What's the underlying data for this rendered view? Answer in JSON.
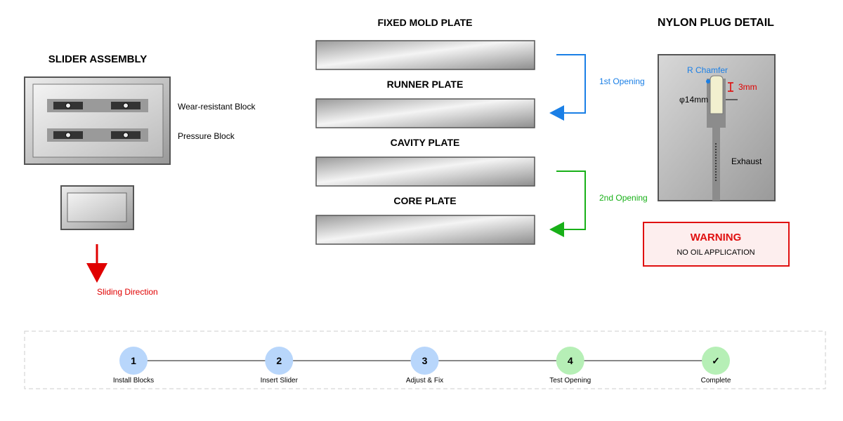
{
  "slider_assembly": {
    "title": "SLIDER ASSEMBLY",
    "wear_block_label": "Wear-resistant Block",
    "pressure_block_label": "Pressure Block",
    "direction_label": "Sliding Direction"
  },
  "plates": {
    "fixed": "FIXED MOLD PLATE",
    "runner": "RUNNER PLATE",
    "cavity": "CAVITY PLATE",
    "core": "CORE PLATE"
  },
  "openings": {
    "first": "1st Opening",
    "second": "2nd Opening"
  },
  "nylon_plug": {
    "title": "NYLON PLUG DETAIL",
    "chamfer_label": "R Chamfer",
    "height_label": "3mm",
    "diameter_label": "φ14mm",
    "exhaust_label": "Exhaust"
  },
  "warning": {
    "title": "WARNING",
    "message": "NO OIL APPLICATION"
  },
  "steps": [
    {
      "marker": "1",
      "label": "Install Blocks",
      "status": "pending"
    },
    {
      "marker": "2",
      "label": "Insert Slider",
      "status": "pending"
    },
    {
      "marker": "3",
      "label": "Adjust & Fix",
      "status": "pending"
    },
    {
      "marker": "4",
      "label": "Test Opening",
      "status": "done"
    },
    {
      "marker": "✓",
      "label": "Complete",
      "status": "done"
    }
  ],
  "colors": {
    "first_opening": "#1a7fe6",
    "second_opening": "#18b018",
    "sliding_direction": "#e00000",
    "warning": "#e01010",
    "step_pending": "#b8d6fb",
    "step_done": "#b6efb6"
  }
}
